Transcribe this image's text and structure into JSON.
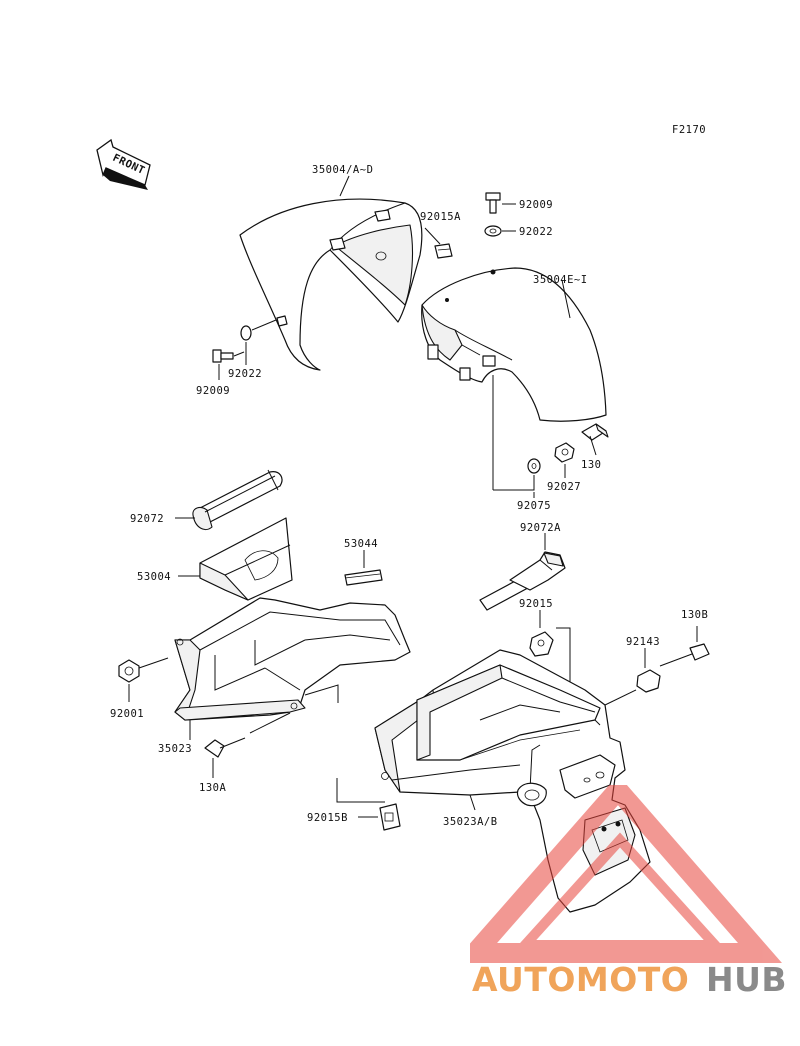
{
  "diagram": {
    "code": "F2170",
    "front_label": "FRONT",
    "labels": {
      "front_fender_a": "35004/A~D",
      "front_fender_e": "35004E~I",
      "clip_92015a": "92015A",
      "bolt_92009_top": "92009",
      "washer_92022_top": "92022",
      "bolt_92009_left": "92009",
      "washer_92022_left": "92022",
      "bolt_130": "130",
      "nut_92027": "92027",
      "washer_92075": "92075",
      "band_92072": "92072",
      "cover_53004": "53004",
      "damper_53044": "53044",
      "band_92072a": "92072A",
      "clip_92015": "92015",
      "bolt_130b": "130B",
      "collar_92143": "92143",
      "bolt_92001": "92001",
      "rear_fender_35023": "35023",
      "bolt_130a": "130A",
      "clip_92015b": "92015B",
      "rear_fender_35023ab": "35023A/B"
    }
  },
  "watermark": {
    "brand_part1": "AUTOMOTO",
    "brand_part2": "HUB",
    "color_part1": "#f0a45a",
    "color_part2": "#8a8a8a",
    "triangle_color": "#e8453c"
  }
}
